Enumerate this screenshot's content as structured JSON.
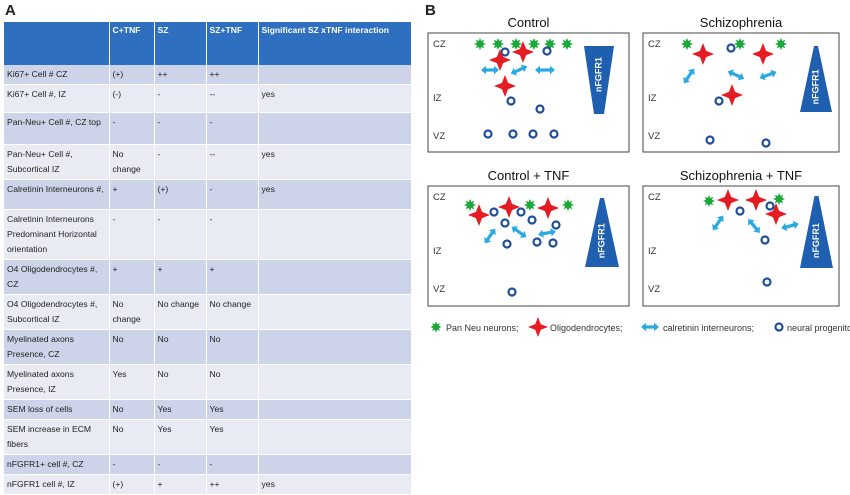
{
  "panels": {
    "a": "A",
    "b": "B"
  },
  "table": {
    "headers": [
      "",
      "C+TNF",
      "SZ",
      "SZ+TNF",
      "Significant SZ xTNF interaction"
    ],
    "rows": [
      [
        "Ki67+ Cell # CZ",
        "(+)",
        "++",
        "++",
        ""
      ],
      [
        "Ki67+ Cell #, IZ",
        "(-)",
        "-",
        "--",
        "yes"
      ],
      [
        "Pan-Neu+ Cell #, CZ top",
        "-",
        "-",
        "-",
        ""
      ],
      [
        "Pan-Neu+ Cell #, Subcortical IZ",
        "No change",
        "-",
        "--",
        "yes"
      ],
      [
        "Calretinin Interneurons #,",
        "+",
        "(+)",
        "-",
        "yes"
      ],
      [
        "Calretinin Interneurons Predominant Horizontal orientation",
        "-",
        "-",
        "-",
        ""
      ],
      [
        "O4 Oligodendrocytes #, CZ",
        "+",
        "+",
        "+",
        ""
      ],
      [
        "O4 Oligodendrocytes #, Subcortical IZ",
        "No change",
        "No change",
        "No change",
        ""
      ],
      [
        "Myelinated axons Presence, CZ",
        "No",
        "No",
        "No",
        ""
      ],
      [
        "Myelinated axons Presence, IZ",
        "Yes",
        "No",
        "No",
        ""
      ],
      [
        "SEM loss of cells",
        "No",
        "Yes",
        "Yes",
        ""
      ],
      [
        "SEM increase in ECM fibers",
        "No",
        "Yes",
        "Yes",
        ""
      ],
      [
        "nFGFR1+ cell #, CZ",
        "-",
        "-",
        "-",
        ""
      ],
      [
        "nFGFR1 cell #, IZ",
        "(+)",
        "+",
        "++",
        "yes"
      ]
    ]
  },
  "diagram": {
    "zones": [
      "CZ",
      "IZ",
      "VZ"
    ],
    "gradient_label": "nFGFR1",
    "boxes": [
      {
        "title": "Control",
        "gradient": "down"
      },
      {
        "title": "Schizophrenia",
        "gradient": "up"
      },
      {
        "title": "Control + TNF",
        "gradient": "up"
      },
      {
        "title": "Schizophrenia + TNF",
        "gradient": "up"
      }
    ],
    "legend": {
      "pan_neu": "Pan Neu neurons;",
      "oligo": "Oligodendrocytes;",
      "calretinin": "calretinin interneurons;",
      "progenitors": "neural progenitors,"
    },
    "colors": {
      "pan_neu": "#1aaa3a",
      "oligo": "#e61c24",
      "calretinin": "#29a9e1",
      "progenitor": "#1f4e99",
      "triangle": "#1f5fb0",
      "header": "#2f6fc0"
    }
  }
}
